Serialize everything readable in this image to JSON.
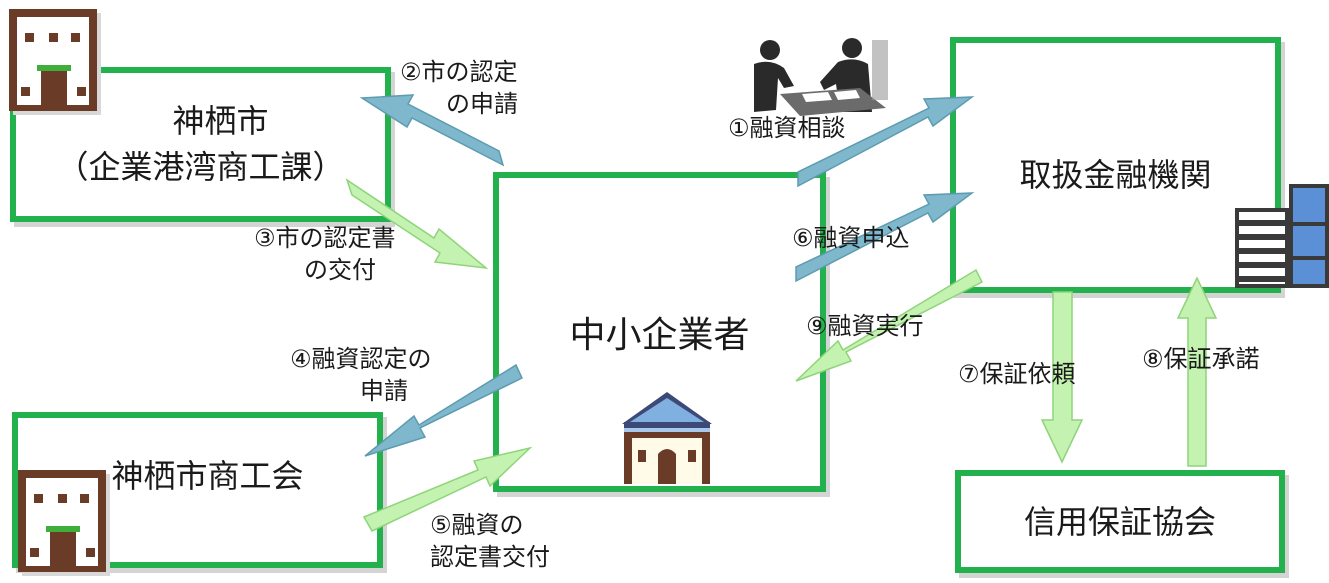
{
  "colors": {
    "border": "#22b14c",
    "arrow_blue": "#7fb8cc",
    "arrow_green": "#c4f2b0",
    "building_brown": "#6a3b26",
    "bank_blue": "#5b8fd6"
  },
  "nodes": {
    "city": {
      "line1": "神栖市",
      "line2": "（企業港湾商工課）"
    },
    "sme": {
      "label": "中小企業者"
    },
    "bank": {
      "label": "取扱金融機関"
    },
    "chamber": {
      "label": "神栖市商工会"
    },
    "guarantee": {
      "label": "信用保証協会"
    }
  },
  "steps": {
    "s1": {
      "line1": "①融資相談"
    },
    "s2": {
      "line1": "②市の認定",
      "line2": "の申請"
    },
    "s3": {
      "line1": "③市の認定書",
      "line2": "の交付"
    },
    "s4": {
      "line1": "④融資認定の",
      "line2": "申請"
    },
    "s5": {
      "line1": "⑤融資の",
      "line2": "認定書交付"
    },
    "s6": {
      "line1": "⑥融資申込"
    },
    "s7": {
      "line1": "⑦保証依頼"
    },
    "s8": {
      "line1": "⑧保証承諾"
    },
    "s9": {
      "line1": "⑨融資実行"
    }
  },
  "icons": [
    "office-building-icon",
    "house-icon",
    "bank-building-icon",
    "meeting-people-icon"
  ]
}
